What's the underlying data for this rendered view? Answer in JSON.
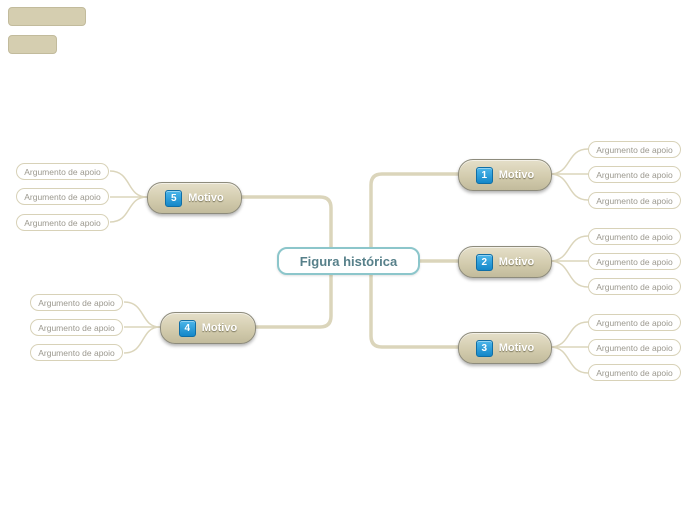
{
  "root": {
    "label": "Figura histórica"
  },
  "motivos": [
    {
      "number": "1",
      "label": "Motivo",
      "arguments": [
        "Argumento de apoio",
        "Argumento de apoio",
        "Argumento de apoio"
      ]
    },
    {
      "number": "2",
      "label": "Motivo",
      "arguments": [
        "Argumento de apoio",
        "Argumento de apoio",
        "Argumento de apoio"
      ]
    },
    {
      "number": "3",
      "label": "Motivo",
      "arguments": [
        "Argumento de apoio",
        "Argumento de apoio",
        "Argumento de apoio"
      ]
    },
    {
      "number": "4",
      "label": "Motivo",
      "arguments": [
        "Argumento de apoio",
        "Argumento de apoio",
        "Argumento de apoio"
      ]
    },
    {
      "number": "5",
      "label": "Motivo",
      "arguments": [
        "Argumento de apoio",
        "Argumento de apoio",
        "Argumento de apoio"
      ]
    }
  ],
  "colors": {
    "branch": "#dbd5bb",
    "node_fill": "#d3ccae",
    "node_border": "#8d8b7c",
    "badge_blue": "#1e96d6",
    "root_border": "#8cc6cb",
    "root_text": "#57808a",
    "argument_border": "#d8d2b8",
    "argument_text": "#9b988e"
  }
}
